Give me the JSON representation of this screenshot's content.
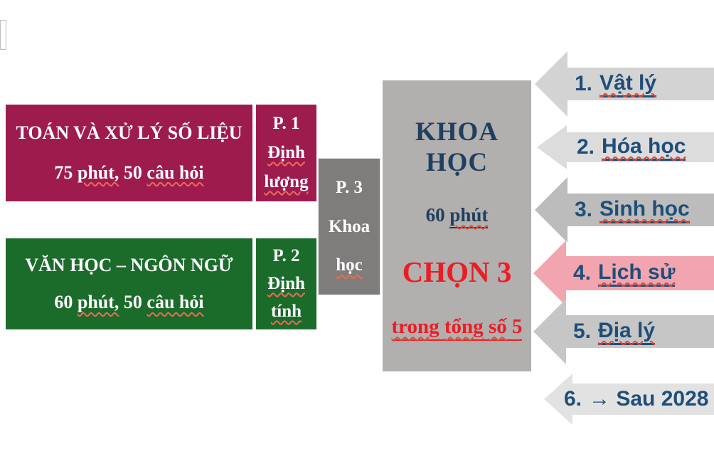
{
  "palette": {
    "maroon": "#9E1B4E",
    "green": "#1B6B2B",
    "gray_dark": "#7F7C7C",
    "gray_light": "#B2AFAF",
    "navy_heading": "#1F3F5F",
    "navy_arrow_text": "#1F4E79",
    "red_accent": "#EC1C24",
    "squiggle_red": "#D94A38",
    "arrow_pink_highlight": "#F2A5AF"
  },
  "left_panel": {
    "quant_box": {
      "title": "TOÁN VÀ XỬ LÝ SỐ LIỆU",
      "detail": {
        "pre": "75 ",
        "w1": "phút,",
        "mid": " 50 ",
        "w2": "câu hỏi"
      },
      "part_label": {
        "l1": "P. 1",
        "l2": "Định",
        "l3": "lượng"
      }
    },
    "qual_box": {
      "title": "VĂN HỌC – NGÔN NGỮ",
      "detail": {
        "pre": "60 ",
        "w1": "phút,",
        "mid": " 50 ",
        "w2": "câu hỏi"
      },
      "part_label": {
        "l1": "P. 2",
        "l2": "Định",
        "l3": "tính"
      }
    }
  },
  "connector_box": {
    "l1": "P. 3",
    "l2": "Khoa",
    "l3": "học"
  },
  "science_box": {
    "title": "KHOA HỌC",
    "duration": {
      "pre": "60 ",
      "w1": "phút"
    },
    "choose": "CHỌN 3",
    "total": {
      "w1": "trong",
      "sp1": " ",
      "w2": "tổng",
      "sp2": " ",
      "w3": "số",
      "tail": " 5"
    }
  },
  "subjects": [
    {
      "number": "1.",
      "label": "Vật lý",
      "arrow_color": "#D3D3D3",
      "highlighted": false
    },
    {
      "number": "2.",
      "label": "Hóa học",
      "arrow_color": "#DCDCDC",
      "highlighted": false
    },
    {
      "number": "3.",
      "label": "Sinh học",
      "arrow_color": "#BCBCBC",
      "highlighted": false
    },
    {
      "number": "4.",
      "label": "Lịch sử",
      "arrow_color": "#F2A5AF",
      "highlighted": true
    },
    {
      "number": "5.",
      "label": "Địa lý",
      "arrow_color": "#C6C6C6",
      "highlighted": false
    },
    {
      "number": "6.",
      "label": "→ Sau 2028",
      "arrow_color": "#E2E2E2",
      "highlighted": false
    }
  ]
}
